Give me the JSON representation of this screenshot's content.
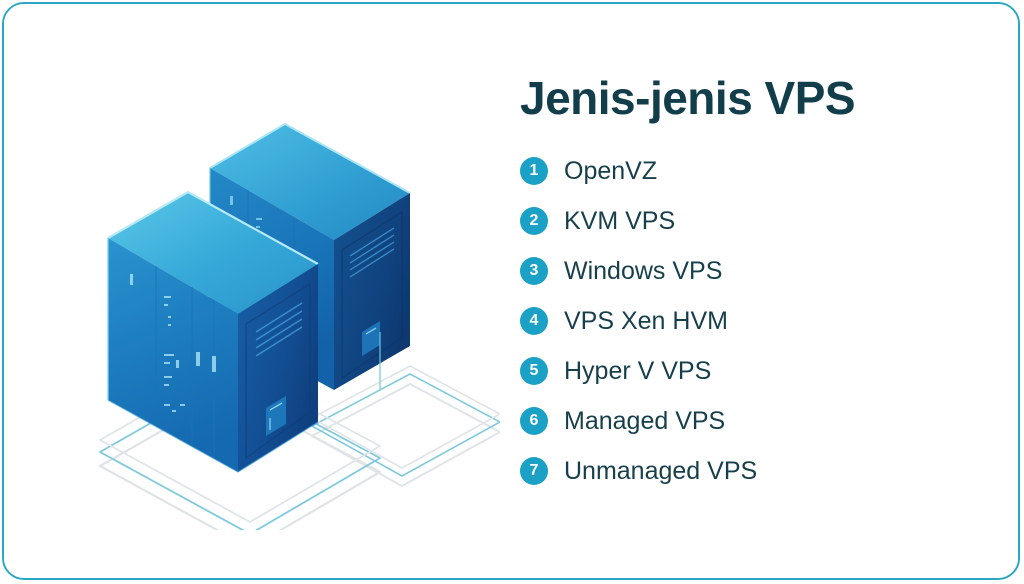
{
  "slide": {
    "background_color": "#ffffff",
    "frame_color": "#2aa7c4",
    "title": "Jenis-jenis VPS",
    "title_color": "#123e4c",
    "accent_color": "#1ba0c6",
    "text_color": "#173f4b"
  },
  "list": {
    "items": [
      {
        "number": "1",
        "label": "OpenVZ"
      },
      {
        "number": "2",
        "label": "KVM VPS"
      },
      {
        "number": "3",
        "label": "Windows VPS"
      },
      {
        "number": "4",
        "label": "VPS Xen HVM"
      },
      {
        "number": "5",
        "label": "Hyper V VPS"
      },
      {
        "number": "6",
        "label": "Managed VPS"
      },
      {
        "number": "7",
        "label": "Unmanaged VPS"
      }
    ]
  },
  "illustration": {
    "name": "isometric-server-towers",
    "description": "Two isometric blue server tower cabinets standing on layered rounded platform outlines",
    "colors": {
      "top_face": "#35a8d8",
      "top_face_light": "#4fc0e4",
      "front_face": "#1e7fc0",
      "front_face_dark": "#1566ad",
      "side_face": "#134e93",
      "side_face_dark": "#103f7d",
      "edge_highlight": "#8fd9f0",
      "platform_teal": "#7fc9dd",
      "platform_gray": "#d9dee0",
      "vent_color": "#2f8fd0"
    }
  }
}
